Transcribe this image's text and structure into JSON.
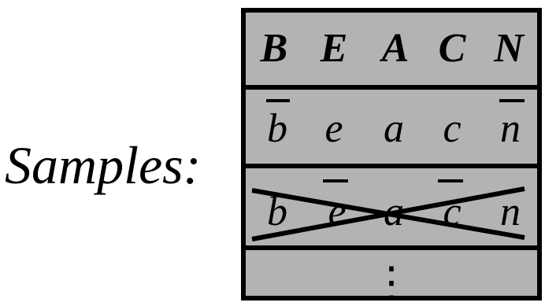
{
  "label": "Samples:",
  "header": [
    "B",
    "E",
    "A",
    "C",
    "N"
  ],
  "rows": [
    {
      "cells": [
        "b",
        "e",
        "a",
        "c",
        "n"
      ],
      "overbars": [
        true,
        false,
        false,
        false,
        true
      ],
      "crossed": false
    },
    {
      "cells": [
        "b",
        "e",
        "a",
        "c",
        "n"
      ],
      "overbars": [
        false,
        true,
        false,
        true,
        false
      ],
      "crossed": true
    }
  ],
  "ellipsis": "⋮",
  "colors": {
    "table_fill": "#b3b3b3",
    "lines": "#000000"
  }
}
